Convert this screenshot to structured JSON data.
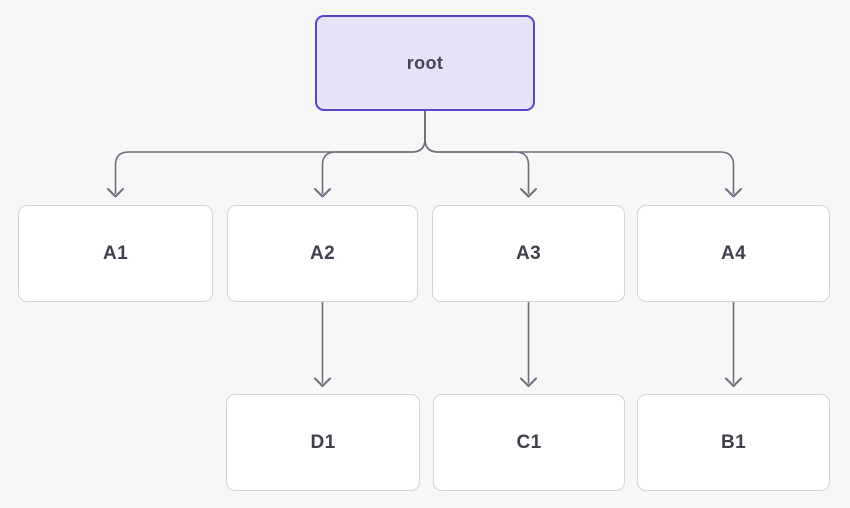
{
  "diagram": {
    "type": "tree",
    "nodes": {
      "root": {
        "label": "root"
      },
      "a1": {
        "label": "A1"
      },
      "a2": {
        "label": "A2"
      },
      "a3": {
        "label": "A3"
      },
      "a4": {
        "label": "A4"
      },
      "d1": {
        "label": "D1"
      },
      "c1": {
        "label": "C1"
      },
      "b1": {
        "label": "B1"
      }
    },
    "edges": [
      {
        "from": "root",
        "to": "A1"
      },
      {
        "from": "root",
        "to": "A2"
      },
      {
        "from": "root",
        "to": "A3"
      },
      {
        "from": "root",
        "to": "A4"
      },
      {
        "from": "A2",
        "to": "D1"
      },
      {
        "from": "A3",
        "to": "C1"
      },
      {
        "from": "A4",
        "to": "B1"
      }
    ],
    "colors": {
      "background": "#f7f7f8",
      "node_fill": "#ffffff",
      "node_border": "#d4d4da",
      "node_text": "#3f414d",
      "root_fill": "#e6e2f7",
      "root_border": "#5746c7",
      "root_text": "#45454f",
      "connector": "#6e6e7d"
    }
  }
}
